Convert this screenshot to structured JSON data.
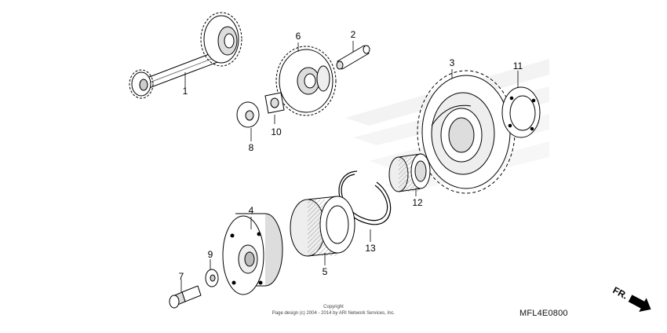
{
  "diagram": {
    "callouts": [
      {
        "num": "1",
        "part": "kickstarter-shaft"
      },
      {
        "num": "2",
        "part": "pin"
      },
      {
        "num": "3",
        "part": "starter-driven-gear"
      },
      {
        "num": "4",
        "part": "starter-clutch-outer"
      },
      {
        "num": "5",
        "part": "one-way-clutch"
      },
      {
        "num": "6",
        "part": "reduction-gear"
      },
      {
        "num": "7",
        "part": "flange-bolt"
      },
      {
        "num": "8",
        "part": "washer"
      },
      {
        "num": "9",
        "part": "washer"
      },
      {
        "num": "10",
        "part": "lock-washer"
      },
      {
        "num": "11",
        "part": "thrust-plate"
      },
      {
        "num": "12",
        "part": "needle-bearing"
      },
      {
        "num": "13",
        "part": "circlip"
      }
    ],
    "part_code": "MFL4E0800",
    "copyright_line1": "Copyright",
    "copyright_line2": "Page design (c) 2004 - 2014 by ARI Network Services, Inc.",
    "direction_label": "FR."
  },
  "colors": {
    "line": "#000000",
    "fill": "#ffffff",
    "shade": "#d9d9d9",
    "watermark": "#e6e6e6"
  }
}
